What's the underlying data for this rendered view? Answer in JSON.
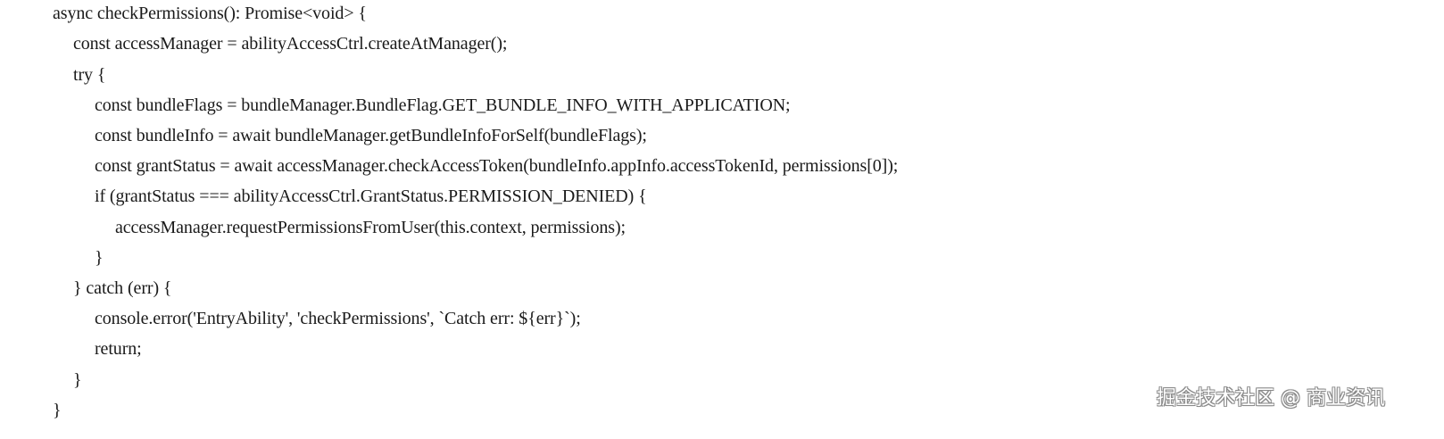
{
  "code": {
    "lines": [
      {
        "indent": 0,
        "text": "async checkPermissions(): Promise<void> {"
      },
      {
        "indent": 1,
        "text": "const accessManager = abilityAccessCtrl.createAtManager();"
      },
      {
        "indent": 1,
        "text": "try {"
      },
      {
        "indent": 2,
        "text": "const bundleFlags = bundleManager.BundleFlag.GET_BUNDLE_INFO_WITH_APPLICATION;"
      },
      {
        "indent": 2,
        "text": "const bundleInfo = await bundleManager.getBundleInfoForSelf(bundleFlags);"
      },
      {
        "indent": 2,
        "text": "const grantStatus = await accessManager.checkAccessToken(bundleInfo.appInfo.accessTokenId, permissions[0]);"
      },
      {
        "indent": 2,
        "text": "if (grantStatus === abilityAccessCtrl.GrantStatus.PERMISSION_DENIED) {"
      },
      {
        "indent": 3,
        "text": "accessManager.requestPermissionsFromUser(this.context, permissions);"
      },
      {
        "indent": 2,
        "text": "}"
      },
      {
        "indent": 1,
        "text": "} catch (err) {"
      },
      {
        "indent": 2,
        "text": "console.error('EntryAbility', 'checkPermissions', `Catch err: ${err}`);"
      },
      {
        "indent": 2,
        "text": "return;"
      },
      {
        "indent": 1,
        "text": "}"
      },
      {
        "indent": 0,
        "text": "}"
      }
    ]
  },
  "watermark": {
    "text": "掘金技术社区 @ 商业资讯"
  }
}
